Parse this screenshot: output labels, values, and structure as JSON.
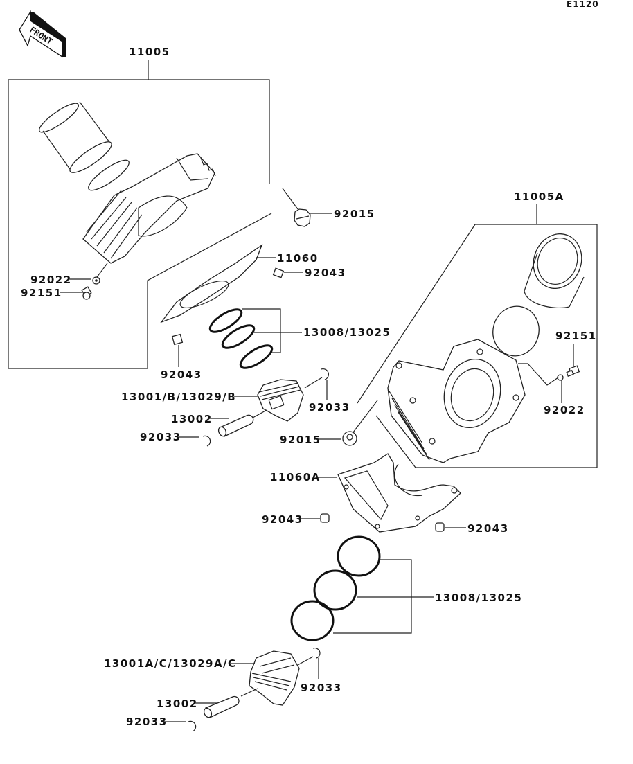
{
  "diagram": {
    "code": "E1120",
    "front_label": "FRONT",
    "colors": {
      "line": "#222222",
      "background": "#ffffff",
      "text": "#111111"
    },
    "callouts": {
      "assy_top": "11005",
      "assy_right": "11005A",
      "nut_top": "92015",
      "gasket_top": "11060",
      "dowel_top_right": "92043",
      "washer_left": "92022",
      "bolt_left": "92151",
      "rings_top": "13008/13025",
      "dowel_top_left": "92043",
      "piston_top": "13001/B/13029/B",
      "clip_top_right": "92033",
      "pin_top": "13002",
      "clip_top_left": "92033",
      "nut_mid": "92015",
      "bolt_right": "92151",
      "washer_right": "92022",
      "gasket_bottom": "11060A",
      "dowel_bottom_left": "92043",
      "dowel_bottom_right": "92043",
      "rings_bottom": "13008/13025",
      "piston_bottom": "13001A/C/13029A/C",
      "clip_bottom_right": "92033",
      "pin_bottom": "13002",
      "clip_bottom_left": "92033"
    }
  }
}
